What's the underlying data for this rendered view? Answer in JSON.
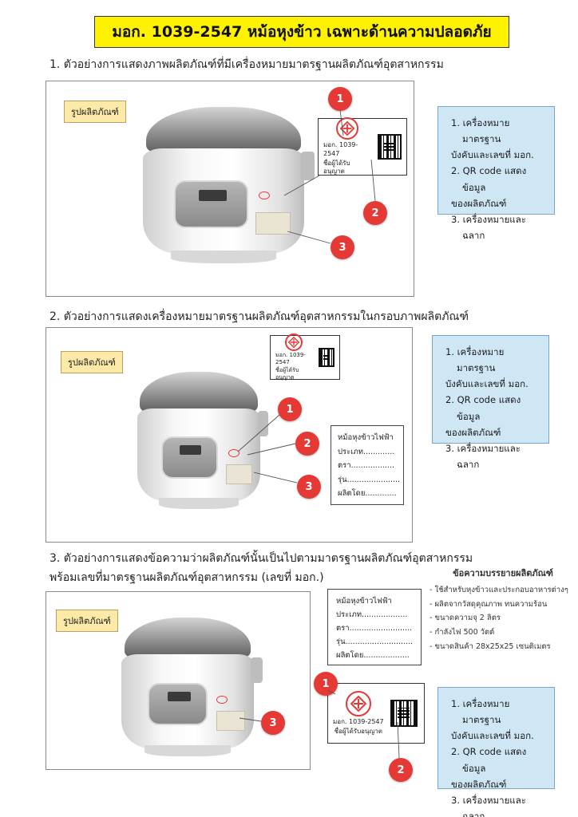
{
  "title": "มอก. 1039-2547 หม้อหุงข้าว เฉพาะด้านความปลอดภัย",
  "sections": [
    {
      "heading": "1. ตัวอย่างการแสดงภาพผลิตภัณฑ์ที่มีเครื่องหมายมาตรฐานผลิตภัณฑ์อุตสาหกรรม",
      "photo_tag": "รูปผลิตภัณฑ์",
      "info": [
        "1. เครื่องหมายมาตรฐาน",
        "บังคับและเลขที่ มอก.",
        "2. QR code แสดงข้อมูล",
        "ของผลิตภัณฑ์",
        "3. เครื่องหมายและฉลาก"
      ],
      "badges": [
        "1",
        "2",
        "3"
      ]
    },
    {
      "heading": "2. ตัวอย่างการแสดงเครื่องหมายมาตรฐานผลิตภัณฑ์อุตสาหกรรมในกรอบภาพผลิตภัณฑ์",
      "photo_tag": "รูปผลิตภัณฑ์",
      "info": [
        "1. เครื่องหมายมาตรฐาน",
        "บังคับและเลขที่ มอก.",
        "2. QR code แสดงข้อมูล",
        "ของผลิตภัณฑ์",
        "3. เครื่องหมายและฉลาก"
      ],
      "badges": [
        "1",
        "2",
        "3"
      ],
      "product_card": [
        "หม้อหุงข้าวไฟฟ้า",
        "ประเภท.............",
        "ตรา..................",
        "รุ่น......................",
        "ผลิตโดย............."
      ]
    },
    {
      "heading_line1": "3. ตัวอย่างการแสดงข้อความว่าผลิตภัณฑ์นั้นเป็นไปตามมาตรฐานผลิตภัณฑ์อุตสาหกรรม",
      "heading_line2": "พร้อมเลขที่มาตรฐานผลิตภัณฑ์อุตสาหกรรม (เลขที่ มอก.)",
      "photo_tag": "รูปผลิตภัณฑ์",
      "info": [
        "1. เครื่องหมายมาตรฐาน",
        "บังคับและเลขที่ มอก.",
        "2. QR code แสดงข้อมูล",
        "ของผลิตภัณฑ์",
        "3. เครื่องหมายและฉลาก"
      ],
      "badges": [
        "1",
        "2",
        "3"
      ],
      "product_card": [
        "หม้อหุงข้าวไฟฟ้า",
        "ประเภท...................",
        "ตรา..........................",
        "รุ่น............................",
        "ผลิตโดย..................."
      ],
      "description": {
        "title": "ข้อความบรรยายผลิตภัณฑ์",
        "items": [
          "- ใช้สำหรับหุงข้าวและประกอบอาหารต่างๆ",
          "- ผลิตจากวัสดุคุณภาพ ทนความร้อน",
          "- ขนาดความจุ 2 ลิตร",
          "- กำลังไฟ 500 วัตต์",
          "- ขนาดสินค้า 28x25x25 เซนติเมตร"
        ]
      }
    }
  ],
  "tis_label": {
    "line1": "มอก. 1039-2547",
    "line2": "ชื่อผู้ได้รับอนุญาต"
  },
  "colors": {
    "banner": "#fff200",
    "badge": "#e53935",
    "info_box": "#cfe6f5",
    "photo_tag": "#fde9a8"
  }
}
